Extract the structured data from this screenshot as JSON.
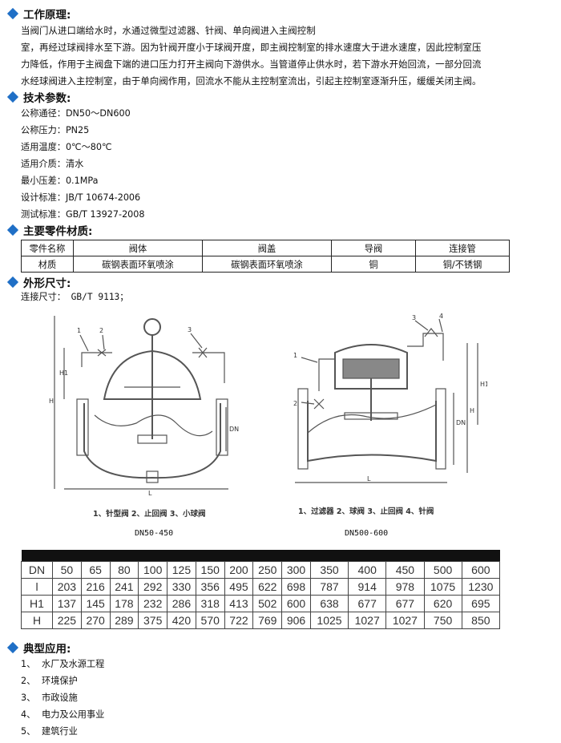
{
  "sections": {
    "principle": "工作原理:",
    "tech": "技术参数:",
    "materials": "主要零件材质:",
    "dimensions": "外形尺寸:",
    "applications": "典型应用:"
  },
  "principle_lines": [
    "当阀门从进口端给水时，水通过微型过滤器、针阀、单向阀进入主阀控制",
    "室，再经过球阀排水至下游。因为针阀开度小于球阀开度，即主阀控制室的排水速度大于进水速度，因此控制室压",
    "力降低，作用于主阀盘下端的进口压力打开主阀向下游供水。当管道停止供水时，若下游水开始回流，一部分回流",
    "水经球阀进入主控制室，由于单向阀作用，回流水不能从主控制室流出，引起主控制室逐渐升压，缓缓关闭主阀。"
  ],
  "params": [
    "公称通径：DN50～DN600",
    "公称压力：PN25",
    "适用温度：0℃～80℃",
    "适用介质：清水",
    "最小压差：0.1MPa",
    "设计标准：JB/T 10674-2006",
    "测试标准：GB/T 13927-2008"
  ],
  "materials_table": {
    "header": [
      "零件名称",
      "阀体",
      "阀盖",
      "导阀",
      "连接管"
    ],
    "row": [
      "材质",
      "碳钢表面环氧喷涂",
      "碳钢表面环氧喷涂",
      "铜",
      "铜/不锈钢"
    ]
  },
  "connection": "连接尺寸： GB/T 9113；",
  "drawings": {
    "left": {
      "callouts": [
        "1",
        "2",
        "3"
      ],
      "dim_labels": [
        "H1",
        "H",
        "DN",
        "L"
      ],
      "legend": "1、针型阀 2、止回阀 3、小球阀",
      "caption": "DN50-450"
    },
    "right": {
      "callouts": [
        "1",
        "2",
        "3",
        "4"
      ],
      "dim_labels": [
        "H1",
        "H",
        "DN",
        "L"
      ],
      "legend": "1、过滤器 2、球阀 3、止回阀 4、针阀",
      "caption": "DN500-600"
    }
  },
  "dims_table": [
    {
      "label": "DN",
      "values": [
        "50",
        "65",
        "80",
        "100",
        "125",
        "150",
        "200",
        "250",
        "300",
        "350",
        "400",
        "450",
        "500",
        "600"
      ]
    },
    {
      "label": "l",
      "values": [
        "203",
        "216",
        "241",
        "292",
        "330",
        "356",
        "495",
        "622",
        "698",
        "787",
        "914",
        "978",
        "1075",
        "1230"
      ]
    },
    {
      "label": "H1",
      "values": [
        "137",
        "145",
        "178",
        "232",
        "286",
        "318",
        "413",
        "502",
        "600",
        "638",
        "677",
        "677",
        "620",
        "695"
      ]
    },
    {
      "label": "H",
      "values": [
        "225",
        "270",
        "289",
        "375",
        "420",
        "570",
        "722",
        "769",
        "906",
        "1025",
        "1027",
        "1027",
        "750",
        "850"
      ]
    }
  ],
  "applications": [
    {
      "num": "1、",
      "text": "水厂及水源工程"
    },
    {
      "num": "2、",
      "text": "环境保护"
    },
    {
      "num": "3、",
      "text": "市政设施"
    },
    {
      "num": "4、",
      "text": "电力及公用事业"
    },
    {
      "num": "5、",
      "text": "建筑行业"
    }
  ],
  "colors": {
    "accent": "#1f6fc6",
    "table_header": "#111111"
  }
}
